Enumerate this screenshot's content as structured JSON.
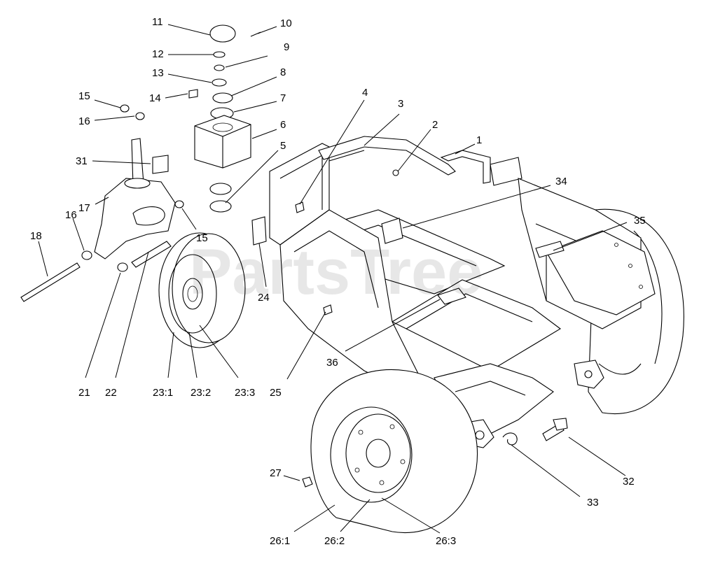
{
  "watermark": "PartsTree",
  "callouts": [
    {
      "id": "c1",
      "label": "1"
    },
    {
      "id": "c2",
      "label": "2"
    },
    {
      "id": "c3",
      "label": "3"
    },
    {
      "id": "c4",
      "label": "4"
    },
    {
      "id": "c5",
      "label": "5"
    },
    {
      "id": "c6",
      "label": "6"
    },
    {
      "id": "c7",
      "label": "7"
    },
    {
      "id": "c8",
      "label": "8"
    },
    {
      "id": "c9",
      "label": "9"
    },
    {
      "id": "c10",
      "label": "10"
    },
    {
      "id": "c11",
      "label": "11"
    },
    {
      "id": "c12",
      "label": "12"
    },
    {
      "id": "c13",
      "label": "13"
    },
    {
      "id": "c14",
      "label": "14"
    },
    {
      "id": "c15a",
      "label": "15"
    },
    {
      "id": "c15b",
      "label": "15"
    },
    {
      "id": "c16a",
      "label": "16"
    },
    {
      "id": "c16b",
      "label": "16"
    },
    {
      "id": "c17",
      "label": "17"
    },
    {
      "id": "c18",
      "label": "18"
    },
    {
      "id": "c21",
      "label": "21"
    },
    {
      "id": "c22",
      "label": "22"
    },
    {
      "id": "c23_1",
      "label": "23:1"
    },
    {
      "id": "c23_2",
      "label": "23:2"
    },
    {
      "id": "c23_3",
      "label": "23:3"
    },
    {
      "id": "c24",
      "label": "24"
    },
    {
      "id": "c25",
      "label": "25"
    },
    {
      "id": "c26_1",
      "label": "26:1"
    },
    {
      "id": "c26_2",
      "label": "26:2"
    },
    {
      "id": "c26_3",
      "label": "26:3"
    },
    {
      "id": "c27",
      "label": "27"
    },
    {
      "id": "c31",
      "label": "31"
    },
    {
      "id": "c32",
      "label": "32"
    },
    {
      "id": "c33",
      "label": "33"
    },
    {
      "id": "c34",
      "label": "34"
    },
    {
      "id": "c35",
      "label": "35"
    },
    {
      "id": "c36",
      "label": "36"
    }
  ]
}
